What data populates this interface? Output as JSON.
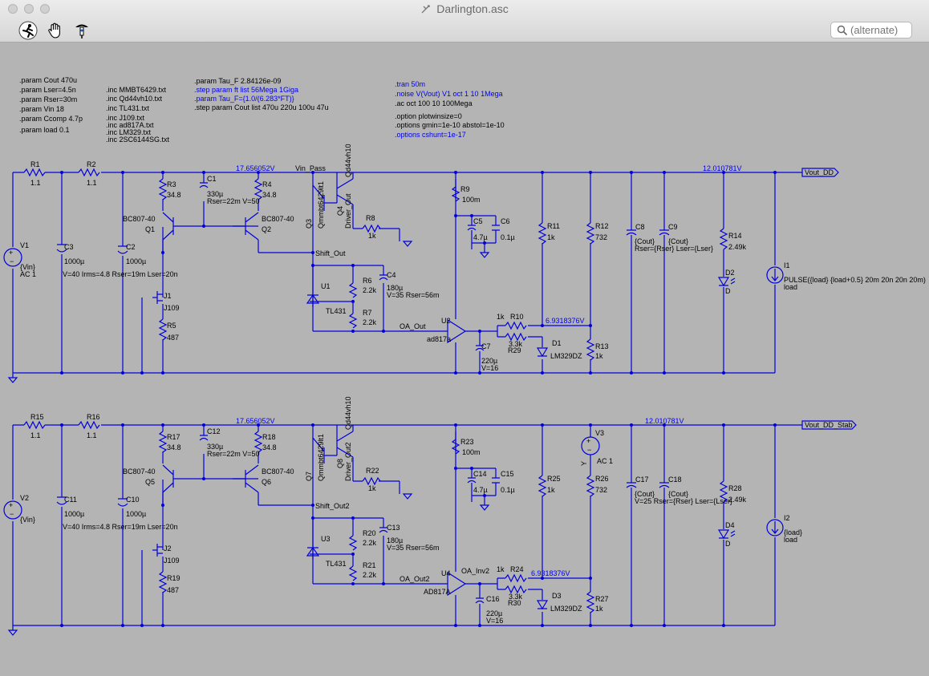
{
  "window": {
    "title": "Darlington.asc",
    "search_placeholder": "(alternate)"
  },
  "toolbar": {
    "icons": [
      "run-icon",
      "pan-hand-icon",
      "probe-icon"
    ]
  },
  "directives": {
    "col1": [
      ".param Cout 470u",
      ".param Lser=4.5n",
      ".param Rser=30m",
      ".param Vin 18",
      ".param Ccomp 4.7p",
      ".param load 0.1"
    ],
    "col2": [
      ".inc MMBT6429.txt",
      ".inc Qd44vh10.txt",
      ".inc TL431.txt",
      ".inc J109.txt",
      ".inc ad817A.txt",
      ".inc LM329.txt",
      ".inc 2SC6144SG.txt"
    ],
    "col3": [
      ".param Tau_F 2.84126e-09",
      ".step param ft list 56Mega 1Giga",
      ".param Tau_F={1.0/(6.283*FT)}",
      ".step param Cout list 470u 220u 100u 47u"
    ],
    "col4": [
      ".tran 50m",
      ".noise V(Vout) V1 oct 1 10 1Mega",
      ".ac oct 100 10 100Mega",
      ".option plotwinsize=0",
      ".options gmin=1e-10 abstol=1e-10",
      ".options cshunt=1e-17"
    ]
  },
  "circuit1": {
    "R1": "R1",
    "R1v": "1.1",
    "R2": "R2",
    "R2v": "1.1",
    "V1": "V1",
    "V1v1": "{Vin}",
    "V1v2": "AC 1",
    "C3": "C3",
    "C3v": "1000µ",
    "C2": "C2",
    "C2v": "1000µ",
    "C2params": "V=40 Irms=4.8 Rser=19m Lser=20n",
    "R3": "R3",
    "R3v": "34.8",
    "C1": "C1",
    "C1v": "330µ",
    "C1p": "Rser=22m V=50",
    "R4": "R4",
    "R4v": "34.8",
    "Q1a": "BC807-40",
    "Q1": "Q1",
    "Q2a": "BC807-40",
    "Q2": "Q2",
    "J1": "J1",
    "J1v": "J109",
    "R5": "R5",
    "R5v": "487",
    "node_top": "17.656052V",
    "vin_pass": "Vin_Pass",
    "Q4": "Q4",
    "Q4v": "Qd44vh10",
    "Q3": "Q3",
    "Q3v": "Qmmbt6429lt1",
    "driver_out": "Driver_Out",
    "R8": "R8",
    "R8v": "1k",
    "shift_out": "Shift_Out",
    "U1": "U1",
    "U1v": "TL431",
    "R6": "R6",
    "R6v": "2.2k",
    "R7": "R7",
    "R7v": "2.2k",
    "C4": "C4",
    "C4v": "180µ",
    "C4p": "V=35 Rser=56m",
    "oa_out": "OA_Out",
    "U2": "U2",
    "U2v": "ad817a",
    "R9": "R9",
    "R9v": "100m",
    "C5": "C5",
    "C5v": "4.7µ",
    "C6": "C6",
    "C6v": "0.1µ",
    "R10": "R10",
    "R10v": "1k",
    "R29": "R29",
    "R29v": "3.3k",
    "node_ref": "6.9318376V",
    "C7": "C7",
    "C7v": "220µ",
    "C7p": "V=16",
    "D1": "D1",
    "D1v": "LM329DZ",
    "R11": "R11",
    "R11v": "1k",
    "R12": "R12",
    "R12v": "732",
    "R13": "R13",
    "R13v": "1k",
    "node_out": "12.010781V",
    "C8": "C8",
    "C8v": "{Cout}",
    "C8p": "Rser={Rser} Lser={Lser}",
    "C9": "C9",
    "C9v": "{Cout}",
    "R14": "R14",
    "R14v": "2.49k",
    "D2": "D2",
    "D2v": "D",
    "I1": "I1",
    "I1v": "PULSE({load} {load+0.5} 20m 20n 20n 20m)",
    "I1l": "load",
    "out_label": "Vout_DD"
  },
  "circuit2": {
    "R1": "R15",
    "R1v": "1.1",
    "R2": "R16",
    "R2v": "1.1",
    "V1": "V2",
    "V1v1": "{Vin}",
    "C3": "C11",
    "C3v": "1000µ",
    "C2": "C10",
    "C2v": "1000µ",
    "C2params": "V=40 Irms=4.8 Rser=19m Lser=20n",
    "R3": "R17",
    "R3v": "34.8",
    "C1": "C12",
    "C1v": "330µ",
    "C1p": "Rser=22m V=50",
    "R4": "R18",
    "R4v": "34.8",
    "Q1a": "BC807-40",
    "Q1": "Q5",
    "Q2a": "BC807-40",
    "Q2": "Q6",
    "J1": "J2",
    "J1v": "J109",
    "R5": "R19",
    "R5v": "487",
    "node_top": "17.656052V",
    "Q4": "Q8",
    "Q4v": "Qd44vh10",
    "Q3": "Q7",
    "Q3v": "Qmmbt6429lt1",
    "driver_out": "Driver_Out2",
    "R8": "R22",
    "R8v": "1k",
    "shift_out": "Shift_Out2",
    "U1": "U3",
    "U1v": "TL431",
    "R6": "R20",
    "R6v": "2.2k",
    "R7": "R21",
    "R7v": "2.2k",
    "C4": "C13",
    "C4v": "180µ",
    "C4p": "V=35 Rser=56m",
    "oa_out": "OA_Out2",
    "oa_inv": "OA_Inv2",
    "U2": "U4",
    "U2v": "AD817A",
    "R9": "R23",
    "R9v": "100m",
    "C5": "C14",
    "C5v": "4.7µ",
    "C6": "C15",
    "C6v": "0.1µ",
    "R10": "R24",
    "R10v": "1k",
    "R29": "R30",
    "R29v": "3.3k",
    "node_ref": "6.9318376V",
    "C7": "C16",
    "C7v": "220µ",
    "C7p": "V=16",
    "D1": "D3",
    "D1v": "LM329DZ",
    "R11": "R25",
    "R11v": "1k",
    "R12": "R26",
    "R12v": "732",
    "R13": "R27",
    "R13v": "1k",
    "V3": "V3",
    "V3v": "AC 1",
    "V3y": "Y",
    "node_out": "12.010781V",
    "C8": "C17",
    "C8v": "{Cout}",
    "C8p": "V=25 Rser={Rser} Lser={Lser}",
    "C9": "C18",
    "C9v": "{Cout}",
    "R14": "R28",
    "R14v": "2.49k",
    "D2": "D4",
    "D2v": "D",
    "I1": "I2",
    "I1v": "{load}",
    "I1l": "load",
    "out_label": "Vout_DD_Stab"
  }
}
